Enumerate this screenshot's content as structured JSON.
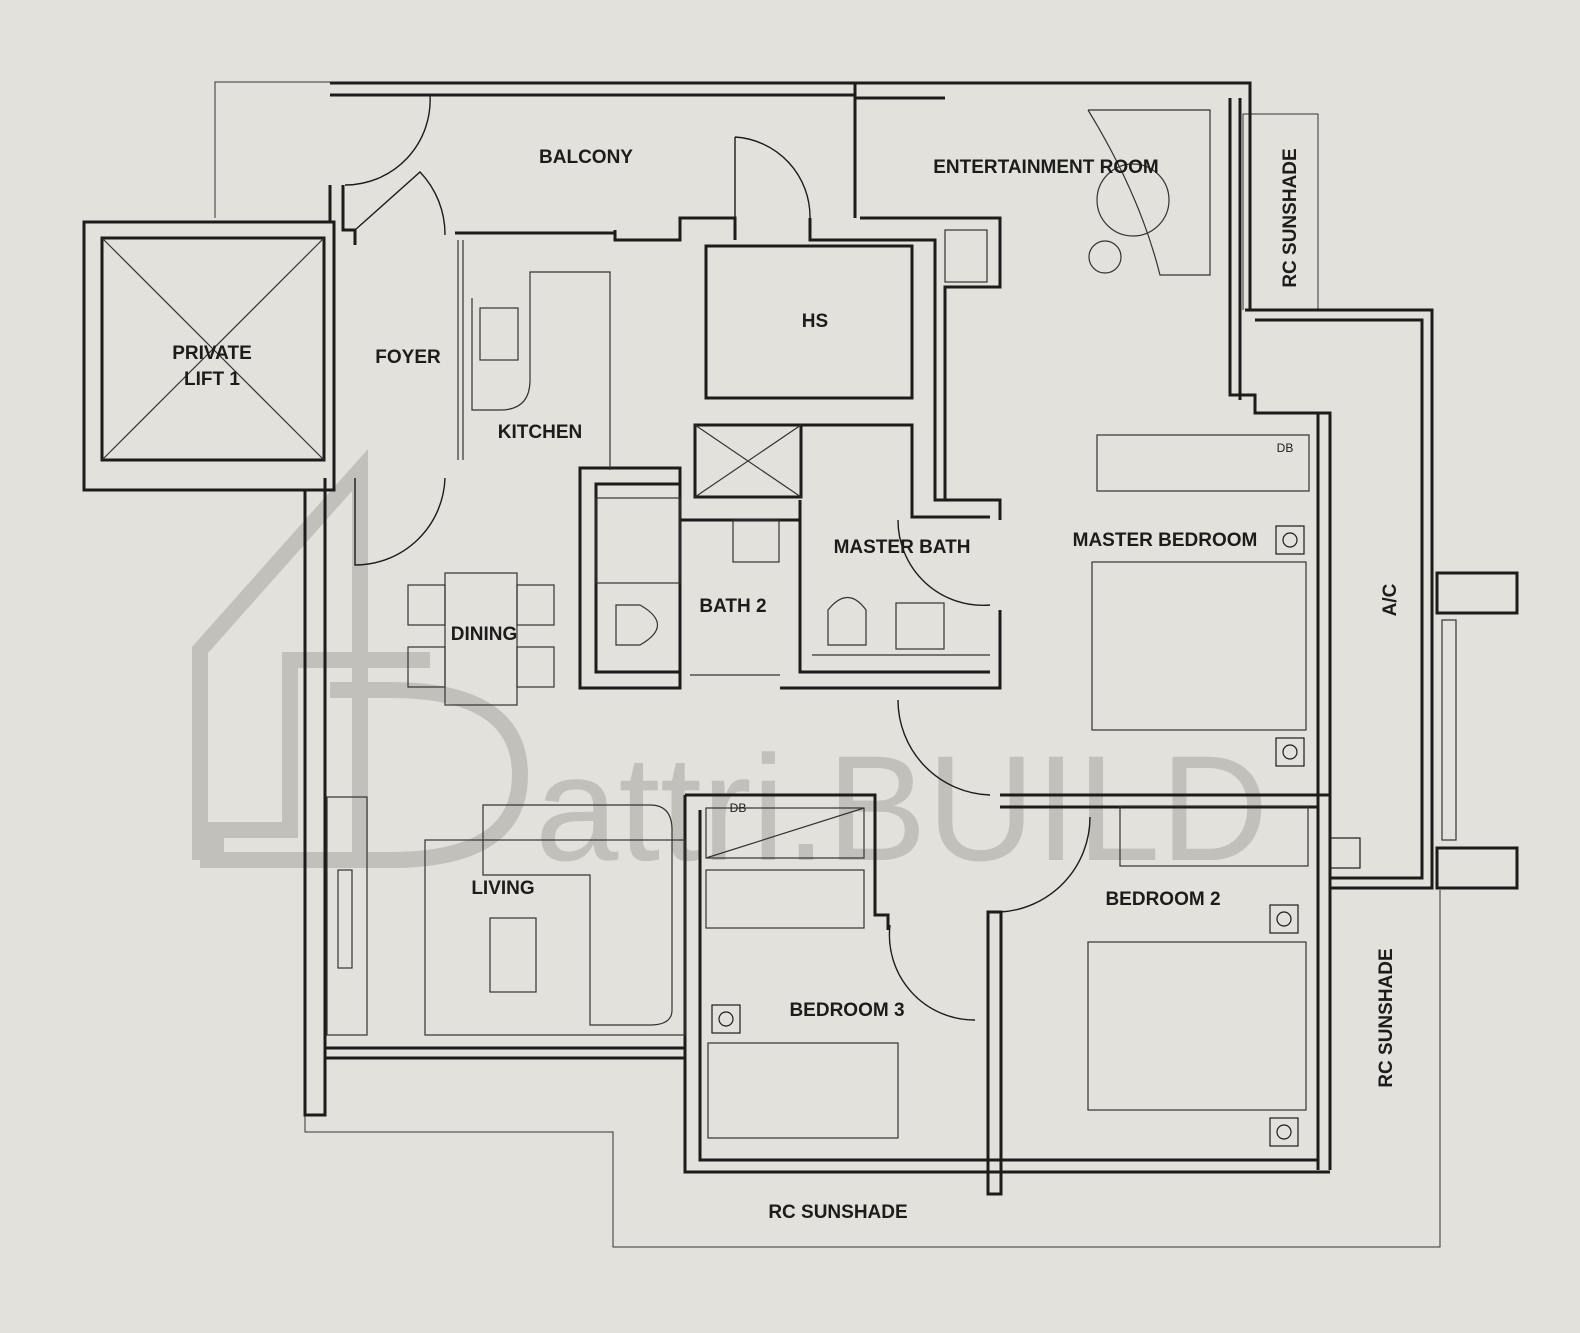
{
  "plan": {
    "rooms": {
      "balcony": "BALCONY",
      "entertainment_room": "ENTERTAINMENT ROOM",
      "private_lift_line1": "PRIVATE",
      "private_lift_line2": "LIFT 1",
      "foyer": "FOYER",
      "kitchen": "KITCHEN",
      "hs": "HS",
      "dining": "DINING",
      "bath_2": "BATH 2",
      "master_bath": "MASTER BATH",
      "master_bedroom": "MASTER BEDROOM",
      "living": "LIVING",
      "bedroom_3": "BEDROOM 3",
      "bedroom_2": "BEDROOM 2",
      "ac": "A/C"
    },
    "annotations": {
      "rc_sunshade_top": "RC SUNSHADE",
      "rc_sunshade_right": "RC SUNSHADE",
      "rc_sunshade_bottom": "RC SUNSHADE",
      "db_master": "DB",
      "db_bedroom3": "DB"
    },
    "watermark": "attri.BUILD",
    "colors": {
      "background": "#e3e1dc",
      "wall": "#1c1c1c",
      "watermark": "#b9b7b2"
    }
  }
}
